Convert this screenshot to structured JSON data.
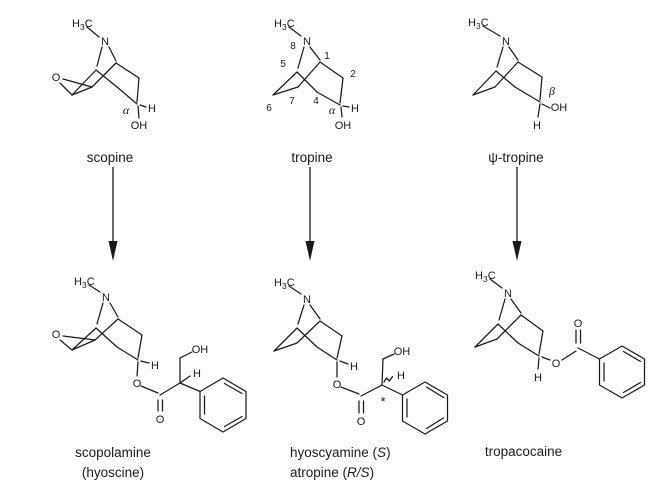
{
  "canvas": {
    "background": "#ffffff",
    "ink": "#1a1a1a"
  },
  "top_row": {
    "scopine": {
      "caption": "scopine",
      "atoms": {
        "methyl_h": "H",
        "methyl_sub": "3",
        "methyl_c": "C",
        "n": "N",
        "o_epoxide": "O",
        "alpha": "α",
        "h": "H",
        "oh": "OH"
      }
    },
    "tropine": {
      "caption": "tropine",
      "atoms": {
        "methyl_h": "H",
        "methyl_sub": "3",
        "methyl_c": "C",
        "n": "N",
        "alpha": "α",
        "h": "H",
        "oh": "OH"
      },
      "locants": {
        "n8": "8",
        "c1": "1",
        "c2": "2",
        "c4": "4",
        "c5": "5",
        "c6": "6",
        "c7": "7"
      }
    },
    "psi_tropine": {
      "caption": "ψ-tropine",
      "atoms": {
        "methyl_h": "H",
        "methyl_sub": "3",
        "methyl_c": "C",
        "n": "N",
        "beta": "β",
        "oh": "OH",
        "h": "H"
      }
    }
  },
  "bottom_row": {
    "scopolamine": {
      "caption": "scopolamine",
      "synonym": "(hyoscine)",
      "atoms": {
        "methyl_h": "H",
        "methyl_sub": "3",
        "methyl_c": "C",
        "n": "N",
        "o_epoxide": "O",
        "h_c3": "H",
        "o_ester": "O",
        "o_carbonyl": "O",
        "oh": "OH",
        "h_chiral": "H"
      }
    },
    "hyoscyamine": {
      "caption_line1_prefix": "hyoscyamine (",
      "caption_line1_stereo": "S",
      "caption_line1_suffix": ")",
      "caption_line2_prefix": "atropine (",
      "caption_line2_stereo": "R/S",
      "caption_line2_suffix": ")",
      "atoms": {
        "methyl_h": "H",
        "methyl_sub": "3",
        "methyl_c": "C",
        "n": "N",
        "h_c3": "H",
        "o_ester": "O",
        "o_carbonyl": "O",
        "oh": "OH",
        "h_chiral": "H",
        "asterisk": "*"
      }
    },
    "tropacocaine": {
      "caption": "tropacocaine",
      "atoms": {
        "methyl_h": "H",
        "methyl_sub": "3",
        "methyl_c": "C",
        "n": "N",
        "h_c3": "H",
        "o_ester": "O",
        "o_carbonyl": "O"
      }
    }
  }
}
